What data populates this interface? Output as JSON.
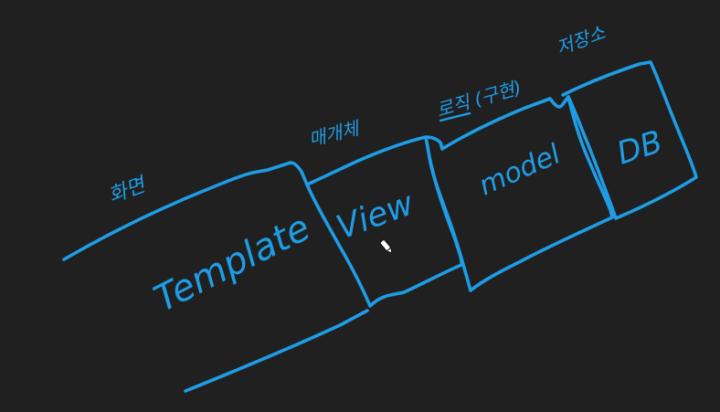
{
  "ink_color": "#1e9de6",
  "background": "#202020",
  "components": [
    {
      "label": "Template",
      "annotation": "화면"
    },
    {
      "label": "View",
      "annotation": "매개체"
    },
    {
      "label": "model",
      "annotation": "로직 (구현)"
    },
    {
      "label": "DB",
      "annotation": "저장소"
    }
  ],
  "cursor": {
    "name": "pen-cursor-icon"
  }
}
